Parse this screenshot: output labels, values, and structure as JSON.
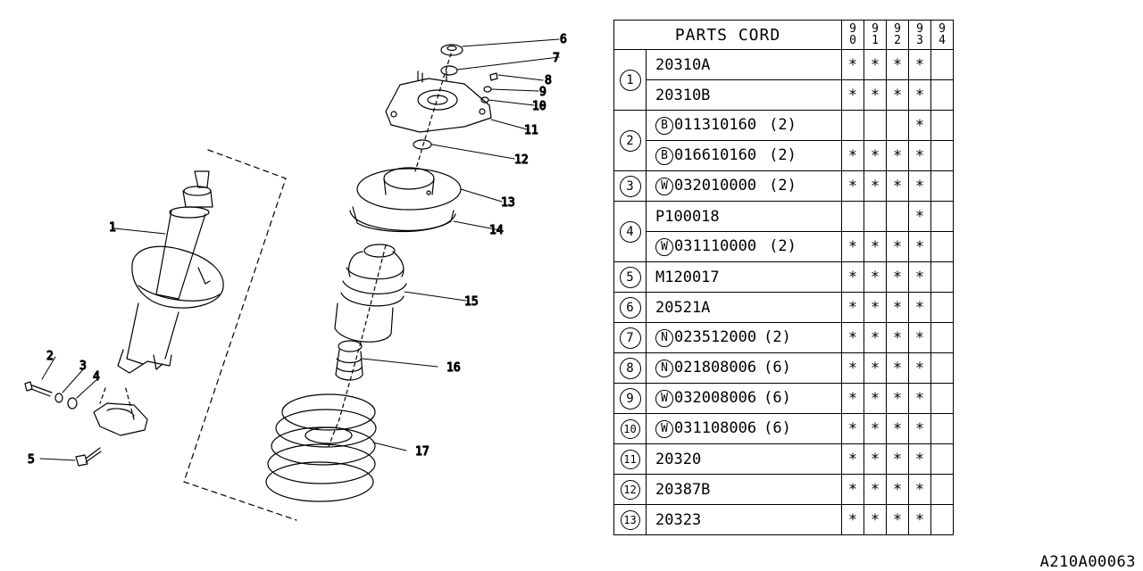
{
  "callouts": [
    "1",
    "2",
    "3",
    "4",
    "5",
    "6",
    "7",
    "8",
    "9",
    "10",
    "11",
    "12",
    "13",
    "14",
    "15",
    "16",
    "17"
  ],
  "table": {
    "header": "PARTS CORD",
    "years": [
      "90",
      "91",
      "92",
      "93",
      "94"
    ],
    "mark": "*",
    "groups": [
      {
        "no": "1",
        "rows": [
          {
            "prefix": "",
            "code": "20310A",
            "qty": "",
            "marks": [
              true,
              true,
              true,
              true,
              false
            ]
          },
          {
            "prefix": "",
            "code": "20310B",
            "qty": "",
            "marks": [
              true,
              true,
              true,
              true,
              false
            ]
          }
        ]
      },
      {
        "no": "2",
        "rows": [
          {
            "prefix": "B",
            "code": "011310160",
            "qty": "(2)",
            "marks": [
              false,
              false,
              false,
              true,
              false
            ]
          },
          {
            "prefix": "B",
            "code": "016610160",
            "qty": "(2)",
            "marks": [
              true,
              true,
              true,
              true,
              false
            ]
          }
        ]
      },
      {
        "no": "3",
        "rows": [
          {
            "prefix": "W",
            "code": "032010000",
            "qty": "(2)",
            "marks": [
              true,
              true,
              true,
              true,
              false
            ]
          }
        ]
      },
      {
        "no": "4",
        "rows": [
          {
            "prefix": "",
            "code": "P100018",
            "qty": "",
            "marks": [
              false,
              false,
              false,
              true,
              false
            ]
          },
          {
            "prefix": "W",
            "code": "031110000",
            "qty": "(2)",
            "marks": [
              true,
              true,
              true,
              true,
              false
            ]
          }
        ]
      },
      {
        "no": "5",
        "rows": [
          {
            "prefix": "",
            "code": "M120017",
            "qty": "",
            "marks": [
              true,
              true,
              true,
              true,
              false
            ]
          }
        ]
      },
      {
        "no": "6",
        "rows": [
          {
            "prefix": "",
            "code": "20521A",
            "qty": "",
            "marks": [
              true,
              true,
              true,
              true,
              false
            ]
          }
        ]
      },
      {
        "no": "7",
        "rows": [
          {
            "prefix": "N",
            "code": "023512000",
            "qty": "(2)",
            "marks": [
              true,
              true,
              true,
              true,
              false
            ]
          }
        ]
      },
      {
        "no": "8",
        "rows": [
          {
            "prefix": "N",
            "code": "021808006",
            "qty": "(6)",
            "marks": [
              true,
              true,
              true,
              true,
              false
            ]
          }
        ]
      },
      {
        "no": "9",
        "rows": [
          {
            "prefix": "W",
            "code": "032008006",
            "qty": "(6)",
            "marks": [
              true,
              true,
              true,
              true,
              false
            ]
          }
        ]
      },
      {
        "no": "10",
        "rows": [
          {
            "prefix": "W",
            "code": "031108006",
            "qty": "(6)",
            "marks": [
              true,
              true,
              true,
              true,
              false
            ]
          }
        ]
      },
      {
        "no": "11",
        "rows": [
          {
            "prefix": "",
            "code": "20320",
            "qty": "",
            "marks": [
              true,
              true,
              true,
              true,
              false
            ]
          }
        ]
      },
      {
        "no": "12",
        "rows": [
          {
            "prefix": "",
            "code": "20387B",
            "qty": "",
            "marks": [
              true,
              true,
              true,
              true,
              false
            ]
          }
        ]
      },
      {
        "no": "13",
        "rows": [
          {
            "prefix": "",
            "code": "20323",
            "qty": "",
            "marks": [
              true,
              true,
              true,
              true,
              false
            ]
          }
        ]
      }
    ]
  },
  "catalog_code": "A210A00063"
}
